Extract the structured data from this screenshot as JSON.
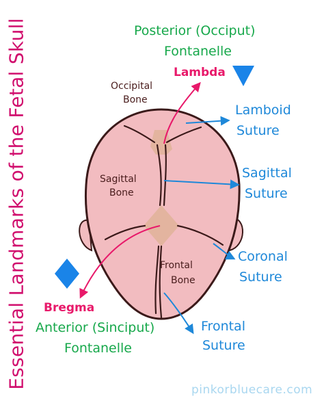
{
  "title": "Essential Landmarks of the Fetal Skull",
  "posterior_fontanelle": {
    "line1": "Posterior (Occiput)",
    "line2": "Fontanelle",
    "name": "Lambda"
  },
  "anterior_fontanelle": {
    "name": "Bregma",
    "line1": "Anterior (Sinciput)",
    "line2": "Fontanelle"
  },
  "bones": {
    "occipital": {
      "line1": "Occipital",
      "line2": "Bone"
    },
    "sagittal": {
      "line1": "Sagittal",
      "line2": "Bone"
    },
    "frontal": {
      "line1": "Frontal",
      "line2": "Bone"
    }
  },
  "sutures": {
    "lamboid": {
      "line1": "Lamboid",
      "line2": "Suture"
    },
    "sagittal": {
      "line1": "Sagittal",
      "line2": "Suture"
    },
    "coronal": {
      "line1": "Coronal",
      "line2": "Suture"
    },
    "frontal": {
      "line1": "Frontal",
      "line2": "Suture"
    }
  },
  "watermark": "pinkorbluecare.com",
  "colors": {
    "title": "#d10f6e",
    "green": "#17a84b",
    "blue": "#1e88d9",
    "pink": "#e8196a",
    "skin": "#f2bcc0",
    "outline": "#3b1a1a",
    "fontanelle": "#e3b49f",
    "marker": "#1a84e8"
  },
  "icons": [
    "triangle-down-marker-icon",
    "diamond-marker-icon"
  ]
}
